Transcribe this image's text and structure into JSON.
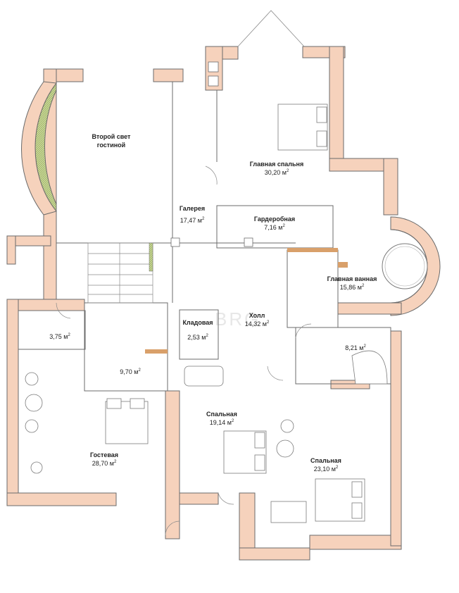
{
  "plan": {
    "rooms": [
      {
        "name_line1": "Второй свет",
        "name_line2": "гостиной",
        "area": ""
      },
      {
        "name": "Главная спальня",
        "area": "30,20 м",
        "unit_sup": "2"
      },
      {
        "name": "Галерея",
        "area": "17,47 м",
        "unit_sup": "2"
      },
      {
        "name": "Гардеробная",
        "area": "7,16 м",
        "unit_sup": "2"
      },
      {
        "name": "Главная ванная",
        "area": "15,86 м",
        "unit_sup": "2"
      },
      {
        "name": "Холл",
        "area": "14,32 м",
        "unit_sup": "2"
      },
      {
        "name": "Кладовая",
        "area": "2,53 м",
        "unit_sup": "2"
      },
      {
        "name": "",
        "area": "3,75 м",
        "unit_sup": "2"
      },
      {
        "name": "",
        "area": "9,70 м",
        "unit_sup": "2"
      },
      {
        "name": "",
        "area": "8,21 м",
        "unit_sup": "2"
      },
      {
        "name": "Спальная",
        "area": "19,14 м",
        "unit_sup": "2"
      },
      {
        "name": "Спальная",
        "area": "23,10 м",
        "unit_sup": "2"
      },
      {
        "name": "Гостевая",
        "area": "28,70 м",
        "unit_sup": "2"
      }
    ],
    "watermark": "BRG",
    "colors": {
      "wall": "#f6d2bc",
      "wall_outline": "#6b6b6b",
      "glass": "#b9c98a",
      "accent": "#d9a06a"
    }
  }
}
